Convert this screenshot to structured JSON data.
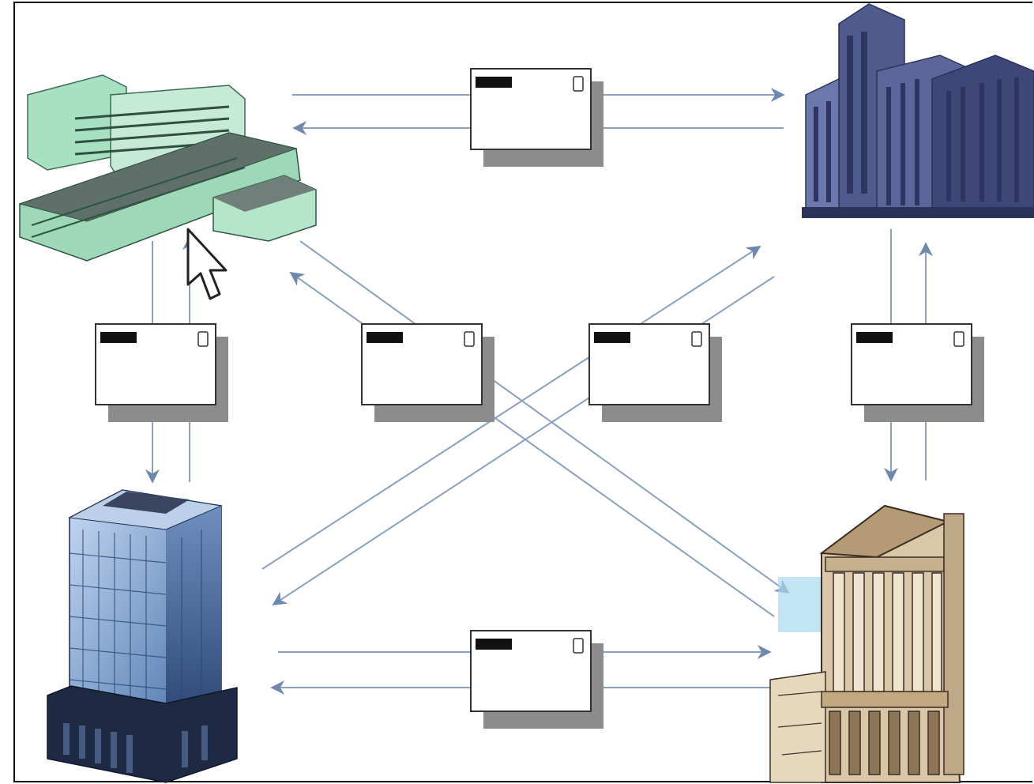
{
  "diagram": {
    "nodes": [
      {
        "id": "factory",
        "kind": "factory-building",
        "color": "#9fd8b8"
      },
      {
        "id": "office-complex",
        "kind": "office-complex-building",
        "color": "#4f5b8c"
      },
      {
        "id": "glass-tower",
        "kind": "glass-tower-building",
        "color": "#7fa6d6"
      },
      {
        "id": "classical-bank",
        "kind": "classical-columned-building",
        "color": "#d9c7a8"
      }
    ],
    "links": [
      {
        "from": "factory",
        "to": "office-complex",
        "envelope": true
      },
      {
        "from": "office-complex",
        "to": "factory",
        "envelope": true
      },
      {
        "from": "factory",
        "to": "glass-tower",
        "envelope": true
      },
      {
        "from": "glass-tower",
        "to": "factory",
        "envelope": true
      },
      {
        "from": "office-complex",
        "to": "classical-bank",
        "envelope": true
      },
      {
        "from": "classical-bank",
        "to": "office-complex",
        "envelope": true
      },
      {
        "from": "glass-tower",
        "to": "classical-bank",
        "envelope": true
      },
      {
        "from": "classical-bank",
        "to": "glass-tower",
        "envelope": true
      },
      {
        "from": "factory",
        "to": "classical-bank",
        "envelope": true
      },
      {
        "from": "classical-bank",
        "to": "factory",
        "envelope": false
      },
      {
        "from": "glass-tower",
        "to": "office-complex",
        "envelope": true
      },
      {
        "from": "office-complex",
        "to": "glass-tower",
        "envelope": false
      }
    ],
    "envelope_icon": "envelope-icon",
    "cursor_icon": "mouse-pointer-icon",
    "arrow_color": "#7b93b6"
  }
}
